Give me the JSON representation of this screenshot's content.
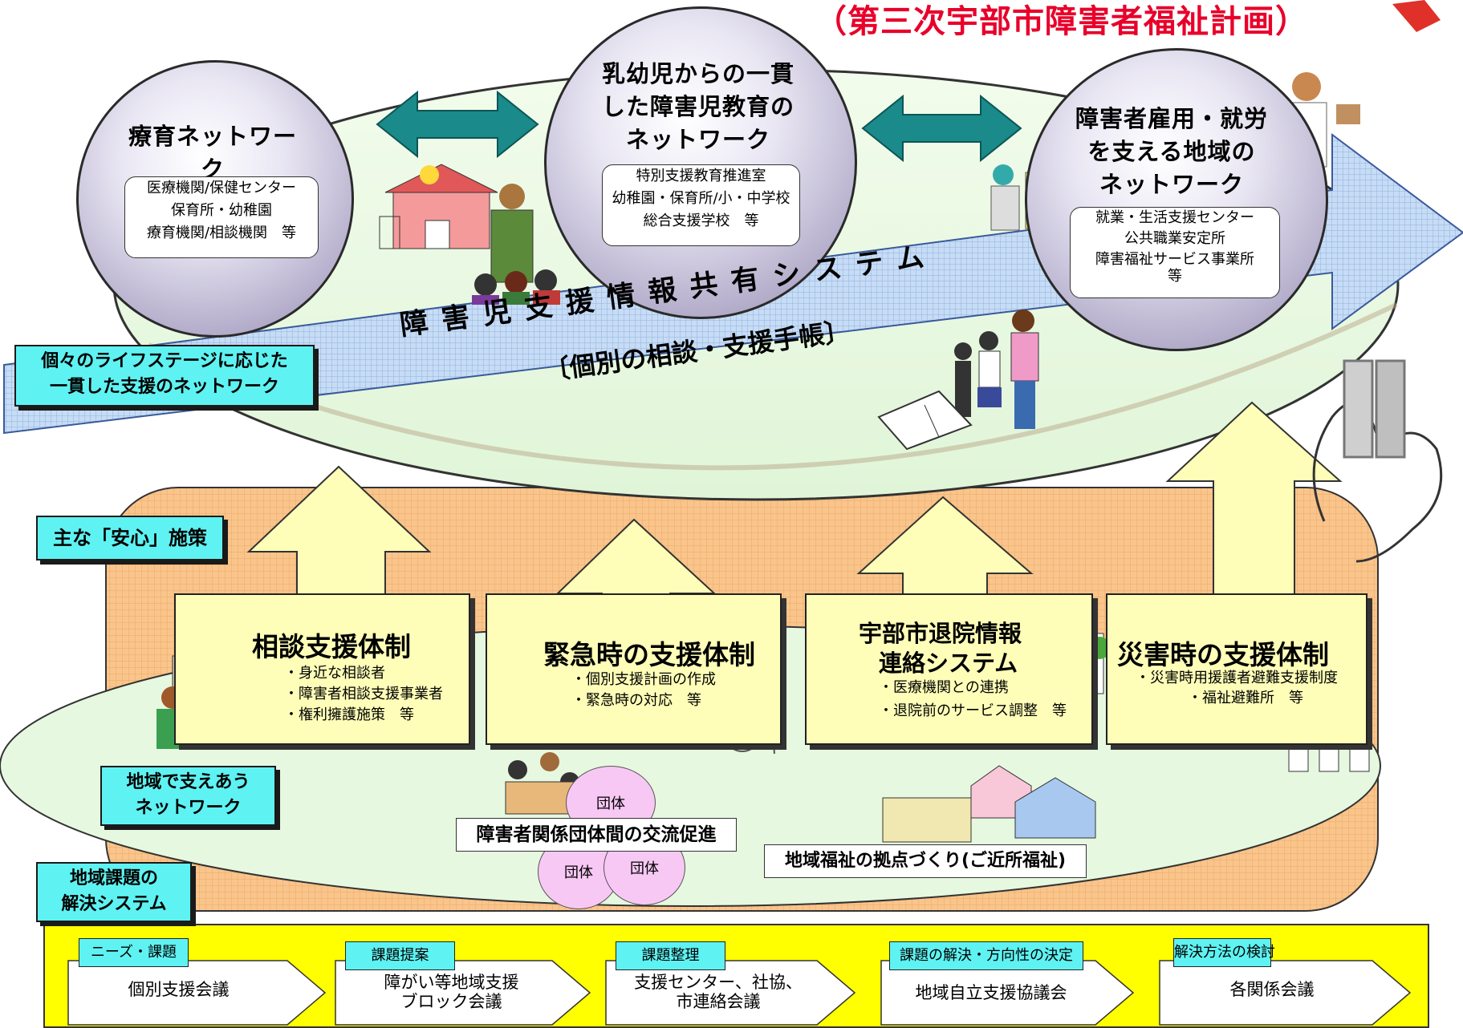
{
  "header": {
    "title": "（第三次宇部市障害者福祉計画）"
  },
  "circles": {
    "ryoiku": {
      "title": [
        "療育ネットワー",
        "ク"
      ],
      "items": [
        "医療機関/保健センター",
        "保育所・幼稚園",
        "療育機関/相談機関　等"
      ]
    },
    "kyoiku": {
      "title": [
        "乳幼児からの一貫",
        "した障害児教育の",
        "ネットワーク"
      ],
      "items": [
        "特別支援教育推進室",
        "幼稚園・保育所/小・中学校",
        "総合支援学校　等"
      ]
    },
    "koyo": {
      "title": [
        "障害者雇用・就労",
        "を支える地域の",
        "ネットワーク"
      ],
      "items": [
        "就業・生活支援センター",
        "公共職業安定所",
        "障害福祉サービス事業所",
        "等"
      ]
    }
  },
  "info_system": {
    "line1": "障害児支援情報共有システム",
    "line2": "〔個別の相談・支援手帳〕"
  },
  "side_labels": {
    "lifestage": [
      "個々のライフステージに応じた",
      "一貫した支援のネットワーク"
    ],
    "anshin": "主な「安心」施策",
    "chiiki_network": [
      "地域で支えあう",
      "ネットワーク"
    ],
    "kaiketsu": [
      "地域課題の",
      "解決システム"
    ]
  },
  "measures": [
    {
      "title": "相談支援体制",
      "lines": [
        "・身近な相談者",
        "・障害者相談支援事業者",
        "・権利擁護施策　等"
      ]
    },
    {
      "title": "緊急時の支援体制",
      "lines": [
        "・個別支援計画の作成",
        "・緊急時の対応　等"
      ]
    },
    {
      "title_lines": [
        "宇部市退院情報",
        "連絡システム"
      ],
      "lines": [
        "・医療機関との連携",
        "・退院前のサービス調整　等"
      ]
    },
    {
      "title": "災害時の支援体制",
      "lines": [
        "・災害時用援護者避難支援制度",
        "・福祉避難所　等"
      ]
    }
  ],
  "exchange": {
    "label": "障害者関係団体間の交流促進",
    "group": "団体"
  },
  "base": {
    "label": "地域福祉の拠点づくり(ご近所福祉)"
  },
  "process": [
    {
      "tag": "ニーズ・課題",
      "label": [
        "個別支援会議"
      ]
    },
    {
      "tag": "課題提案",
      "label": [
        "障がい等地域支援",
        "ブロック会議"
      ]
    },
    {
      "tag": "課題整理",
      "label": [
        "支援センター、社協、",
        "市連絡会議"
      ]
    },
    {
      "tag": "課題の解決・方向性の決定",
      "label": [
        "地域自立支援協議会"
      ]
    },
    {
      "tag": "解決方法の検討",
      "label": [
        "各関係会議"
      ]
    }
  ],
  "colors": {
    "title_red": "#e8002a",
    "cyan": "#5ff2f2",
    "yellow_box": "#fefeb8",
    "orange_area": "#f9c58d",
    "green_ellipse": "#e6f8e0",
    "pink_circle": "#f8c8f4",
    "process_band": "#ffff00",
    "teal_arrow": "#1a8a8a"
  }
}
